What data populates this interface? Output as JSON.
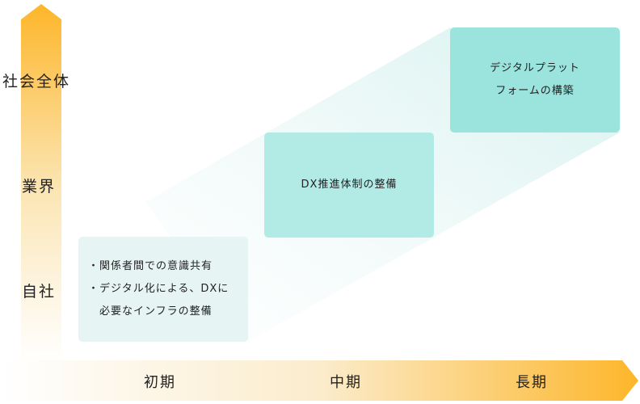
{
  "colors": {
    "arrow": "#fdb62a",
    "box1": "#e6f5f4",
    "box2": "#b2eae6",
    "box3": "#9be3dd"
  },
  "y_axis": {
    "levels": [
      "社会全体",
      "業界",
      "自社"
    ]
  },
  "x_axis": {
    "phases": [
      "初期",
      "中期",
      "長期"
    ]
  },
  "stages": [
    {
      "lines": [
        "・関係者間での意識共有",
        "・デジタル化による、DXに",
        "　必要なインフラの整備"
      ]
    },
    {
      "lines": [
        "DX推進体制の整備"
      ]
    },
    {
      "lines": [
        "デジタルプラット",
        "フォームの構築"
      ]
    }
  ]
}
